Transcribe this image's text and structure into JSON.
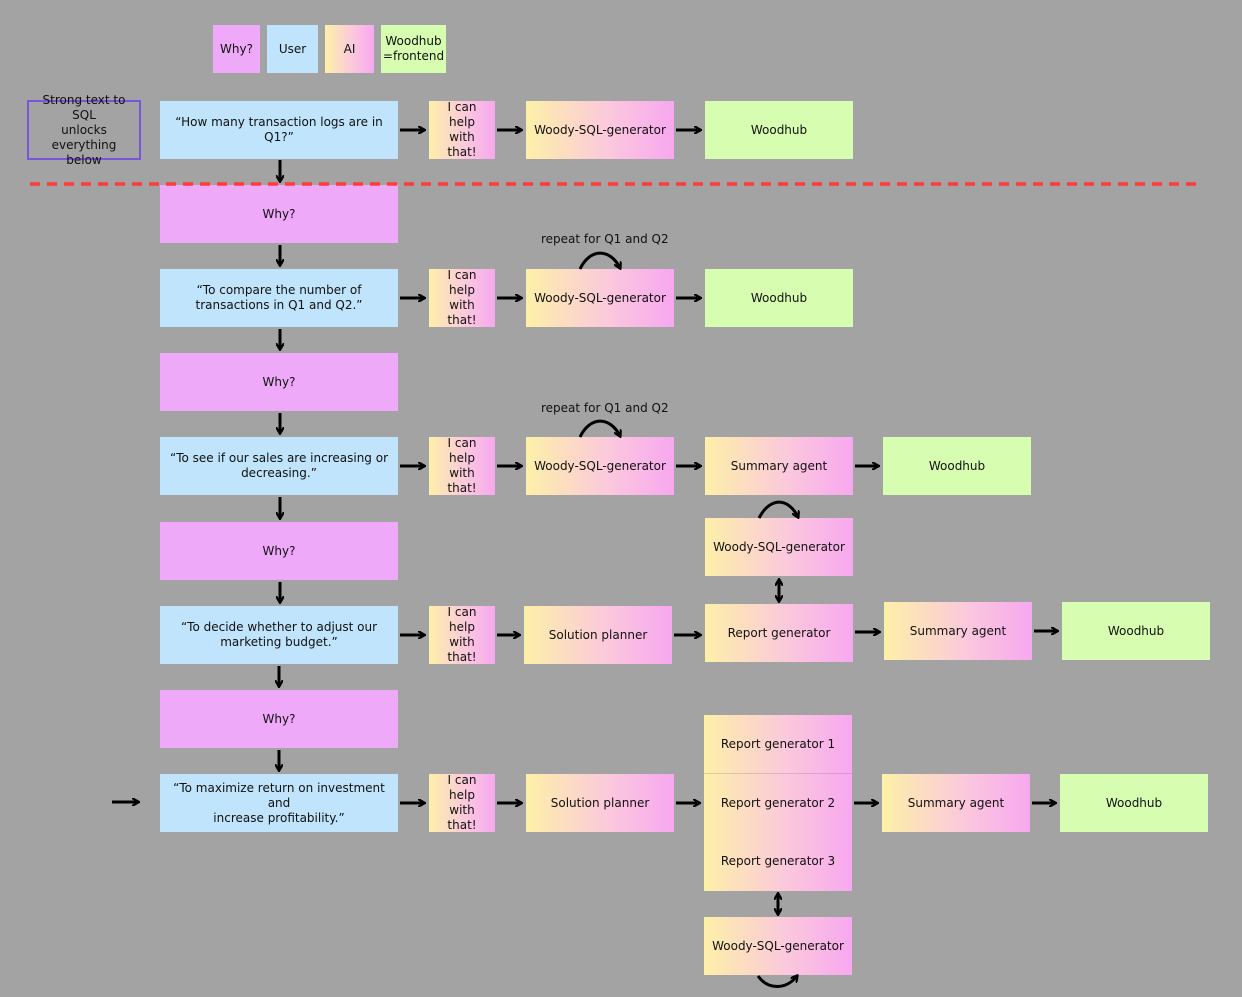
{
  "legend": {
    "why": "Why?",
    "user": "User",
    "ai": "AI",
    "woodhub_line1": "Woodhub",
    "woodhub_line2": "=frontend"
  },
  "note": {
    "line1": "Strong text to SQL",
    "line2": "unlocks",
    "line3": "everything below"
  },
  "common": {
    "why": "Why?",
    "help_line1": "I can help",
    "help_line2": "with that!",
    "sql_gen": "Woody-SQL-generator",
    "woodhub": "Woodhub",
    "summary": "Summary agent",
    "planner": "Solution planner",
    "report": "Report generator",
    "repeat": "repeat for Q1 and Q2"
  },
  "q1": "“How many transaction logs are in Q1?”",
  "q2": {
    "line1": "“To compare the number of",
    "line2": "transactions in Q1 and Q2.”"
  },
  "q3": {
    "line1": "“To see if our sales are increasing or",
    "line2": "decreasing.”"
  },
  "q4": {
    "line1": "“To decide whether to adjust our",
    "line2": "marketing budget.”"
  },
  "q5": {
    "line1": "“To maximize return on investment and",
    "line2": "increase profitability.”"
  },
  "reports": [
    "Report generator 1",
    "Report generator 2",
    "Report generator 3"
  ],
  "colors": {
    "why": "#eeaaf8",
    "user": "#bfe4fb",
    "woodhub": "#d6fdb0",
    "ai_start": "#fdf0a8",
    "ai_end": "#f7a8f0",
    "divider": "#ff3b3b",
    "note_border": "#7a55d9"
  }
}
